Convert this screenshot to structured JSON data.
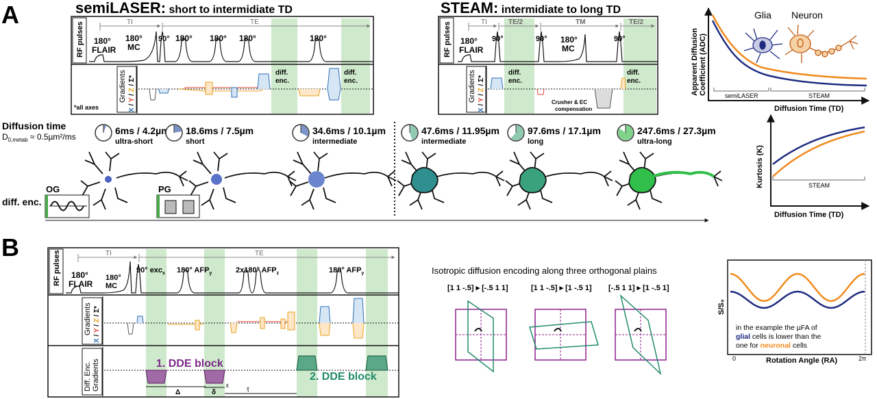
{
  "panel_a": {
    "letter": "A",
    "semilaser": {
      "title_bold": "semiLASER:",
      "title_rest": " short to intermidiate TD"
    },
    "steam": {
      "title_bold": "STEAM:",
      "title_rest": " intermidiate to long TD"
    },
    "rf_label": "RF pulses",
    "grad_label": "Gradients",
    "grad_axes": [
      "X",
      " / ",
      "Y",
      " / ",
      "Z",
      " / ",
      "Σ*"
    ],
    "all_axes": "*all axes",
    "sl_timing": {
      "ti": "TI",
      "te": "TE"
    },
    "sl_pulses": {
      "flair": [
        "180°",
        "FLAIR"
      ],
      "mc": [
        "180°",
        "MC"
      ],
      "p90": "90°",
      "p180": "180°"
    },
    "diff_enc": [
      "diff.",
      "enc."
    ],
    "st_timing": {
      "ti": "TI",
      "te2a": "TE/2",
      "tm": "TM",
      "te2b": "TE/2"
    },
    "st_pulses": {
      "flair": [
        "180°",
        "FLAIR"
      ],
      "mc": [
        "180°",
        "MC"
      ],
      "p90": "90°"
    },
    "crusher": [
      "Crusher & EC",
      "compensation"
    ],
    "diffusion_time_label": "Diffusion time",
    "d0": {
      "main": "D",
      "sub": "0,metab",
      "rest": " ≈ 0.5µm²/ms"
    },
    "regimes": [
      {
        "value": "6ms / 4.2µm",
        "label": "ultra-short"
      },
      {
        "value": "18.6ms / 7.5µm",
        "label": "short"
      },
      {
        "value": "34.6ms / 10.1µm",
        "label": "intermediate"
      },
      {
        "value": "47.6ms / 11.95µm",
        "label": "intermediate"
      },
      {
        "value": "97.6ms / 17.1µm",
        "label": "long"
      },
      {
        "value": "247.6ms / 27.3µm",
        "label": "ultra-long"
      }
    ],
    "diff_enc_label": "diff. enc.",
    "og_label": "OG",
    "pg_label": "PG",
    "adc_plot": {
      "ylabel": [
        "Apparent Diffusion",
        "Coefficient (ADC)"
      ],
      "xlabel": "Diffusion Time (TD)",
      "legend": [
        "Glia",
        "Neuron"
      ],
      "ranges": [
        "semiLASER",
        "STEAM"
      ]
    },
    "kurtosis_plot": {
      "ylabel": "Kurtosis (K)",
      "xlabel": "Diffusion Time (TD)",
      "range": "STEAM"
    }
  },
  "panel_b": {
    "letter": "B",
    "rf_label": "RF pulses",
    "grad_label": "Gradients",
    "dde_label": [
      "Diff. Enc.",
      "Gradients"
    ],
    "timing": {
      "ti": "TI",
      "te": "TE"
    },
    "pulses": {
      "flair": [
        "180°",
        "FLAIR"
      ],
      "mc": [
        "180°",
        "MC"
      ],
      "exc": {
        "main": "90° exc",
        "sub": "x"
      },
      "afp1": {
        "main": "180° AFP",
        "sub": "y"
      },
      "afp2": {
        "main": "2x180° AFP",
        "sub": "z"
      },
      "afp3": {
        "main": "180° AFP",
        "sub": "y"
      }
    },
    "dde1": "1. DDE block",
    "dde2": "2. DDE block",
    "symbols": {
      "delta_big": "Δ",
      "delta": "δ",
      "eps": "ε",
      "tau": "τ"
    },
    "iso_title": "Isotropic diffusion encoding along three orthogonal plains",
    "iso_labels": [
      "[1 1 -.5] ▸ [-.5 1 1]",
      "[1 1 -.5] ▸ [1 -.5 1]",
      "[-.5 1 1] ▸ [1 -.5 1]"
    ],
    "rot_plot": {
      "ylabel": "S/S₀",
      "xlabel": "Rotation Angle (RA)",
      "x0": "0",
      "x1": "2π",
      "note_l1": "in the example the µFA of",
      "note_glial": "glial",
      "note_l2": " cells is lower than the",
      "note_l3a": "one for ",
      "note_neuronal": "neuronal",
      "note_l3b": " cells"
    }
  },
  "colors": {
    "green_band": "#cfe9cc",
    "glia": "#1d2a80",
    "neuron": "#f08a1e",
    "x_axis": "#2e6fb4",
    "y_axis": "#e0402a",
    "z_axis": "#e8a21c",
    "purple": "#7a2a86",
    "teal": "#1f8a6a"
  }
}
